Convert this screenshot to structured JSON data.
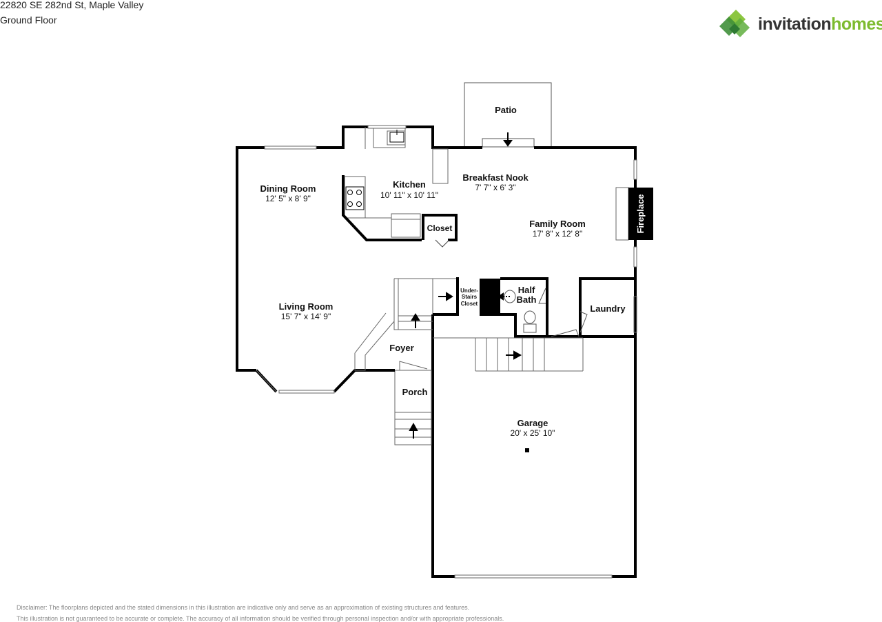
{
  "header": {
    "address": "22820 SE 282nd St, Maple Valley",
    "floor": "Ground Floor"
  },
  "logo": {
    "part1": "invitation",
    "part2": "homes",
    "colors": {
      "text_dark": "#333333",
      "text_green": "#7dbb2f",
      "mark_dark": "#3f8f3a",
      "mark_light": "#8cc63f"
    }
  },
  "rooms": {
    "patio": {
      "name": "Patio"
    },
    "dining": {
      "name": "Dining Room",
      "dims": "12' 5\" x 8' 9\""
    },
    "kitchen": {
      "name": "Kitchen",
      "dims": "10' 11\" x 10' 11\""
    },
    "nook": {
      "name": "Breakfast Nook",
      "dims": "7' 7\" x 6' 3\""
    },
    "family": {
      "name": "Family Room",
      "dims": "17' 8\" x 12' 8\""
    },
    "fireplace": {
      "name": "Fireplace"
    },
    "closet": {
      "name": "Closet"
    },
    "living": {
      "name": "Living Room",
      "dims": "15' 7\" x 14' 9\""
    },
    "understairs": {
      "line1": "Under-",
      "line2": "Stairs",
      "line3": "Closet"
    },
    "halfbath": {
      "line1": "Half",
      "line2": "Bath"
    },
    "laundry": {
      "name": "Laundry"
    },
    "foyer": {
      "name": "Foyer"
    },
    "porch": {
      "name": "Porch"
    },
    "garage": {
      "name": "Garage",
      "dims": "20' x 25' 10\""
    }
  },
  "disclaimer": {
    "line1": "Disclaimer: The floorplans depicted and the stated dimensions in this illustration are indicative only and serve as an approximation of existing structures and features.",
    "line2": "This illustration is not guaranteed to be accurate or complete. The accuracy of all information should be verified through personal inspection and/or with appropriate professionals."
  }
}
